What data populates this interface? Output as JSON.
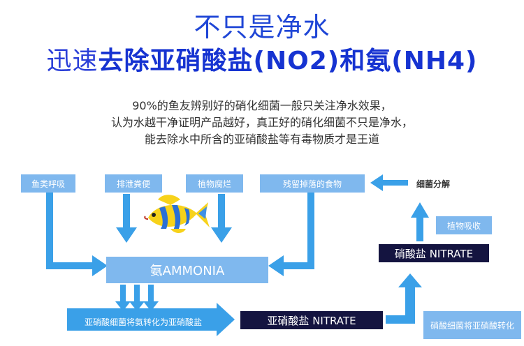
{
  "header": {
    "title_line1": "不只是净水",
    "title_line2_prefix": "迅速",
    "title_line2_main": "去除亚硝酸盐(NO2)和氨(NH4)"
  },
  "description": {
    "line1": "90%的鱼友辨别好的硝化细菌一般只关注净水效果，",
    "line2": "认为水越干净证明产品越好，真正好的硝化细菌不只是净水，",
    "line3": "能去除水中所含的亚硝酸盐等有毒物质才是王道"
  },
  "diagram": {
    "source_fish_breathing": "鱼类呼吸",
    "source_excretion": "排泄粪便",
    "source_plant_decay": "植物腐烂",
    "source_leftover_food": "残留掉落的食物",
    "bacteria_decompose": "细菌分解",
    "plant_absorb": "植物吸收",
    "nitrate_top": "硝酸盐 NITRATE",
    "ammonia": "氨AMMONIA",
    "ammonia_to_nitrite": "亚硝酸细菌将氨转化为亚硝酸盐",
    "nitrite": "亚硝酸盐 NITRATE",
    "nitrite_to_nitrate": "硝酸细菌将亚硝酸转化",
    "colors": {
      "title_blue": "#1f46d6",
      "box_light": "#7fb8ee",
      "box_dark": "#141440",
      "arrow_blue": "#3aa0e8"
    }
  }
}
